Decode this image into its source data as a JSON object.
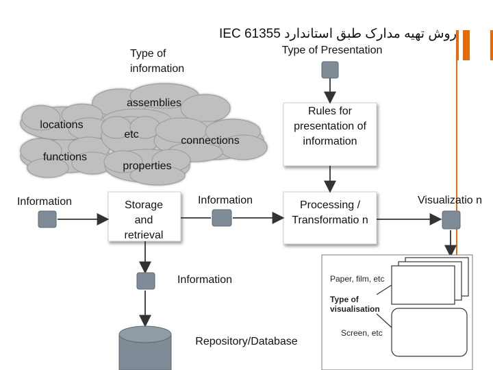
{
  "header": {
    "title": "IEC 61355 روش تهیه مدارک طبق استاندارد",
    "type_of_presentation": "Type of Presentation",
    "type_of_information": "Type of\ninformation"
  },
  "clouds": {
    "assemblies": "assemblies",
    "locations": "locations",
    "functions": "functions",
    "etc": "etc",
    "connections": "connections",
    "properties": "properties"
  },
  "boxes": {
    "rules": "Rules for presentation of information",
    "processing": "Processing / Transformatio n",
    "storage": "Storage and retrieval"
  },
  "labels": {
    "information_left": "Information",
    "information_mid": "Information",
    "information_bottom": "Information",
    "visualization": "Visualizatio n",
    "repository": "Repository/Database"
  },
  "visualisation_panel": {
    "paper": "Paper, film, etc",
    "type": "Type of visualisation",
    "screen": "Screen, etc"
  },
  "colors": {
    "accent": "#e46c0a",
    "cloud_fill": "#bfbfbf",
    "node_fill": "#7f8c97",
    "line": "#333333"
  }
}
